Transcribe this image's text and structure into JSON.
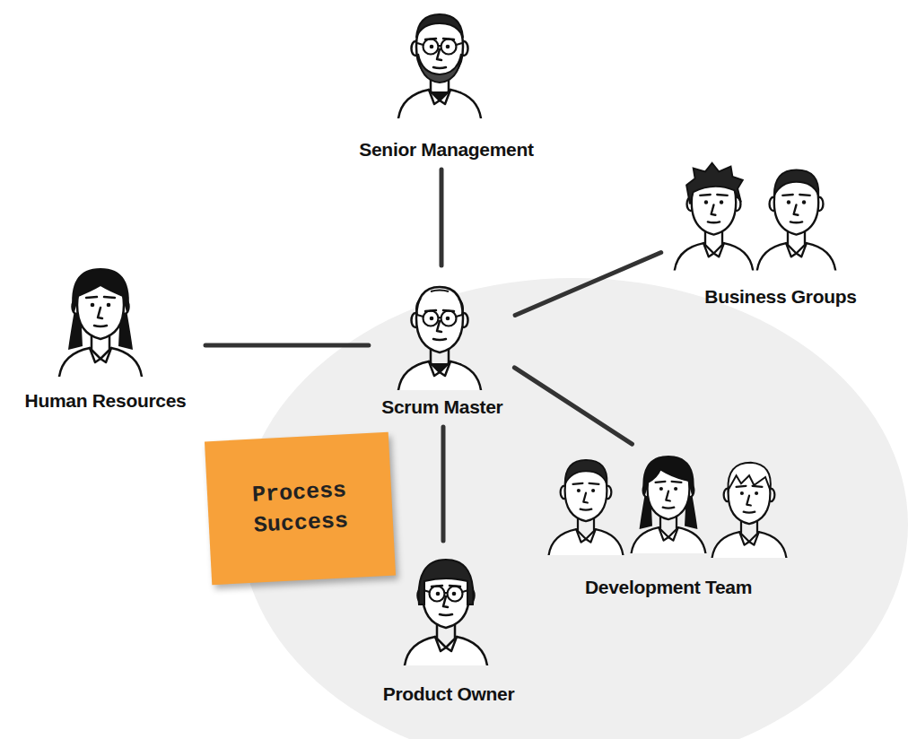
{
  "diagram": {
    "nodes": [
      {
        "text": [
          "Senior Management"
        ]
      },
      {
        "text": [
          "Business Groups"
        ]
      },
      {
        "text": [
          "Human Resources"
        ]
      },
      {
        "text": [
          "Scrum Master"
        ]
      },
      {
        "text": [
          "Process Success"
        ]
      },
      {
        "text": [
          "Development Team"
        ]
      },
      {
        "text": [
          "Product Owner"
        ]
      }
    ],
    "edges": [
      {
        "from": 3,
        "to": 0,
        "arrow": "none"
      },
      {
        "from": 3,
        "to": 1,
        "arrow": "none"
      },
      {
        "from": 3,
        "to": 2,
        "arrow": "none"
      },
      {
        "from": 3,
        "to": 5,
        "arrow": "none"
      },
      {
        "from": 3,
        "to": 6,
        "arrow": "none"
      }
    ]
  }
}
